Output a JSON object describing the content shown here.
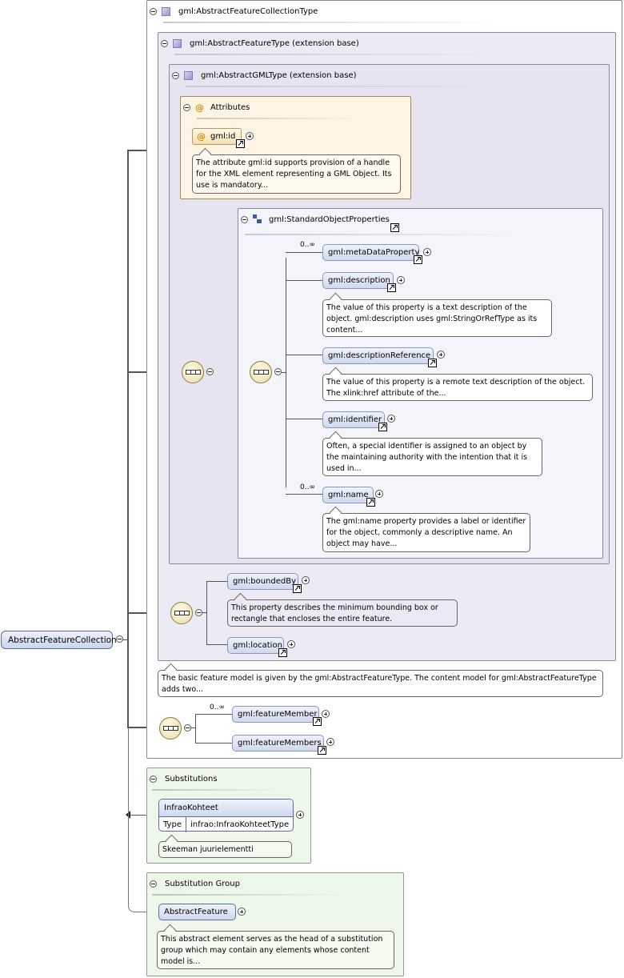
{
  "root": {
    "label": "AbstractFeatureCollection"
  },
  "type_box": {
    "title": "gml:AbstractFeatureCollectionType"
  },
  "feature_type": {
    "title": "gml:AbstractFeatureType (extension base)"
  },
  "gml_type": {
    "title": "gml:AbstractGMLType (extension base)"
  },
  "attributes": {
    "title": "Attributes",
    "id_label": "gml:id",
    "id_doc": "The attribute gml:id supports provision of a handle for the XML element representing a GML Object. Its use is mandatory..."
  },
  "standard_props": {
    "title": "gml:StandardObjectProperties",
    "items": [
      {
        "occurs": "0..∞",
        "label": "gml:metaDataProperty",
        "doc": ""
      },
      {
        "occurs": "",
        "label": "gml:description",
        "doc": "The value of this property is a text description of the object. gml:description uses gml:StringOrRefType as its content..."
      },
      {
        "occurs": "",
        "label": "gml:descriptionReference",
        "doc": "The value of this property is a remote text description of the object. The xlink:href attribute of the..."
      },
      {
        "occurs": "",
        "label": "gml:identifier",
        "doc": "Often, a special identifier is assigned to an object by the maintaining authority with the intention that it is used in..."
      },
      {
        "occurs": "0..∞",
        "label": "gml:name",
        "doc": "The gml:name property provides a label or identifier for the object, commonly a descriptive name. An object may have..."
      }
    ]
  },
  "feature_seq": {
    "bounded_by": "gml:boundedBy",
    "bounded_by_doc": "This property describes the minimum bounding box or rectangle that encloses the entire feature.",
    "location": "gml:location"
  },
  "feature_type_doc": "The basic feature model is given by the gml:AbstractFeatureType. The content model for gml:AbstractFeatureType adds two...",
  "collection_seq": {
    "member_occurs": "0..∞",
    "member": "gml:featureMember",
    "members": "gml:featureMembers"
  },
  "substitutions": {
    "title": "Substitutions",
    "element": "InfraoKohteet",
    "type_label": "Type",
    "type_value": "infrao:InfraoKohteetType",
    "doc": "Skeeman juurielementti"
  },
  "substitution_group": {
    "title": "Substitution Group",
    "element": "AbstractFeature",
    "doc": "This abstract element serves as the head of a substitution group which may contain any elements whose content model is..."
  },
  "colors": {
    "attr_bg": "#fdf4e3",
    "subst_bg": "#eef8ea",
    "element_bg": "#cfd9ef"
  }
}
